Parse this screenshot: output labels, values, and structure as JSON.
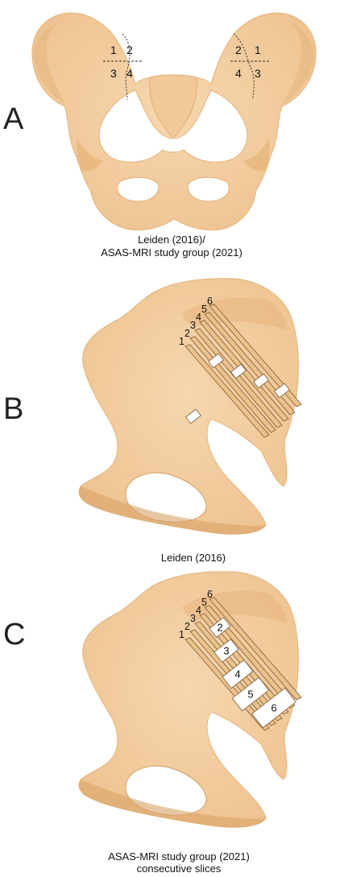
{
  "panels": {
    "a": {
      "letter": "A",
      "caption_line1": "Leiden (2016)/",
      "caption_line2": "ASAS-MRI study group (2021)",
      "left_quadrants": [
        "1",
        "2",
        "3",
        "4"
      ],
      "right_quadrants": [
        "2",
        "1",
        "4",
        "3"
      ]
    },
    "b": {
      "letter": "B",
      "caption": "Leiden (2016)",
      "slice_labels": [
        "1",
        "2",
        "3",
        "4",
        "5",
        "6"
      ]
    },
    "c": {
      "letter": "C",
      "caption_line1": "ASAS-MRI study group (2021)",
      "caption_line2": "consecutive slices",
      "slice_labels": [
        "1",
        "2",
        "3",
        "4",
        "5",
        "6"
      ],
      "box_labels": [
        "2",
        "3",
        "4",
        "5",
        "6"
      ]
    }
  },
  "colors": {
    "bone": "#f1cc9d",
    "bone_shadow": "#d9a86a",
    "bone_outline": "#c99a60",
    "slice_fill": "#e7bb83",
    "slice_outline": "#7a5a35",
    "marker_fill": "#ffffff"
  }
}
